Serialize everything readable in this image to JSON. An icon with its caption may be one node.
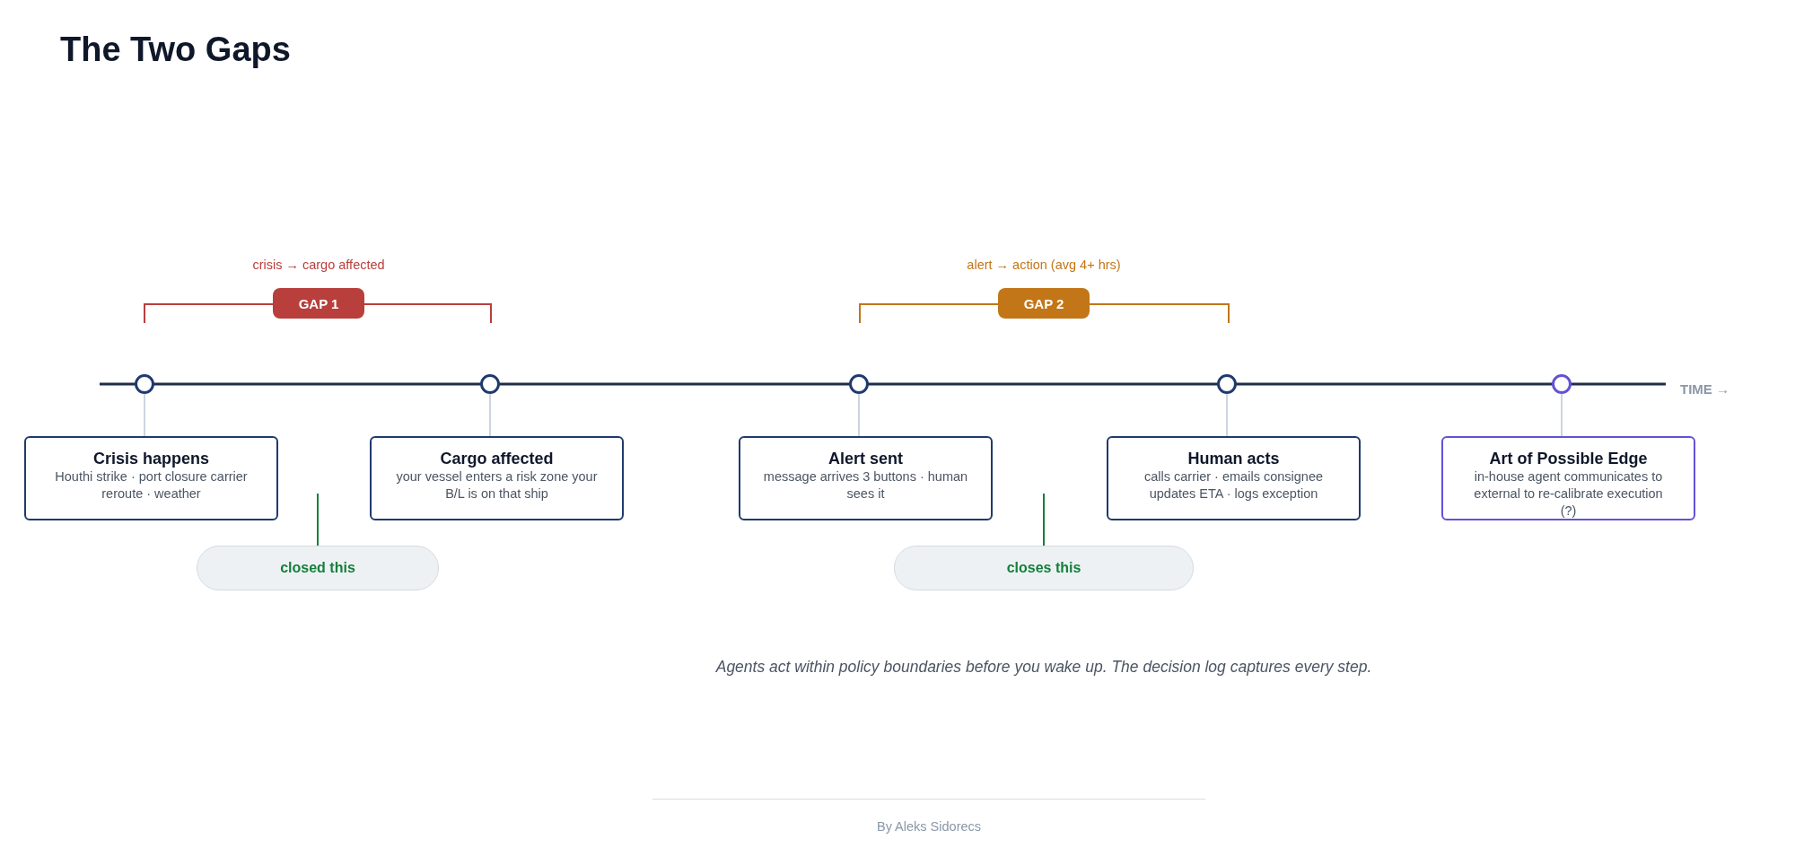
{
  "diagram": {
    "title": "The Two Gaps",
    "nodes": [
      {
        "text": [
          "GAP 1"
        ],
        "beside": [
          "crisis → cargo affected"
        ]
      },
      {
        "text": [
          "GAP 2"
        ],
        "beside": [
          "alert → action (avg 4+ hrs)"
        ]
      },
      {
        "text": [],
        "shape": "circle"
      },
      {
        "text": [],
        "shape": "circle"
      },
      {
        "text": [],
        "shape": "circle"
      },
      {
        "text": [],
        "shape": "circle"
      },
      {
        "text": [],
        "shape": "circle"
      },
      {
        "text": [
          "Crisis happens",
          "Houthi strike · port closure carrier reroute · weather"
        ]
      },
      {
        "text": [
          "Cargo affected",
          "your vessel enters a risk zone your B/L is on that ship"
        ]
      },
      {
        "text": [
          "Alert sent",
          "message arrives 3 buttons · human sees it"
        ]
      },
      {
        "text": [
          "Human acts",
          "calls carrier · emails consignee updates ETA · logs exception"
        ]
      },
      {
        "text": [
          "Art of Possible Edge",
          "in-house agent communicates to external to re-calibrate execution (?)"
        ]
      },
      {
        "text": [
          "closed this"
        ]
      },
      {
        "text": [
          "closes this"
        ]
      }
    ],
    "edges": [
      {
        "from": 2,
        "to": 7,
        "arrow": "none"
      },
      {
        "from": 3,
        "to": 8,
        "arrow": "none"
      },
      {
        "from": 4,
        "to": 9,
        "arrow": "none"
      },
      {
        "from": 5,
        "to": 10,
        "arrow": "none"
      },
      {
        "from": 6,
        "to": 11,
        "arrow": "none"
      },
      {
        "from": 12,
        "to": null,
        "arrow": "none",
        "color": "#15803d"
      },
      {
        "from": 13,
        "to": null,
        "arrow": "none",
        "color": "#15803d"
      }
    ],
    "labels": [
      "TIME →",
      "Agents act within policy boundaries before you wake up. The decision log captures every step.",
      "By Aleks Sidorecs"
    ]
  }
}
